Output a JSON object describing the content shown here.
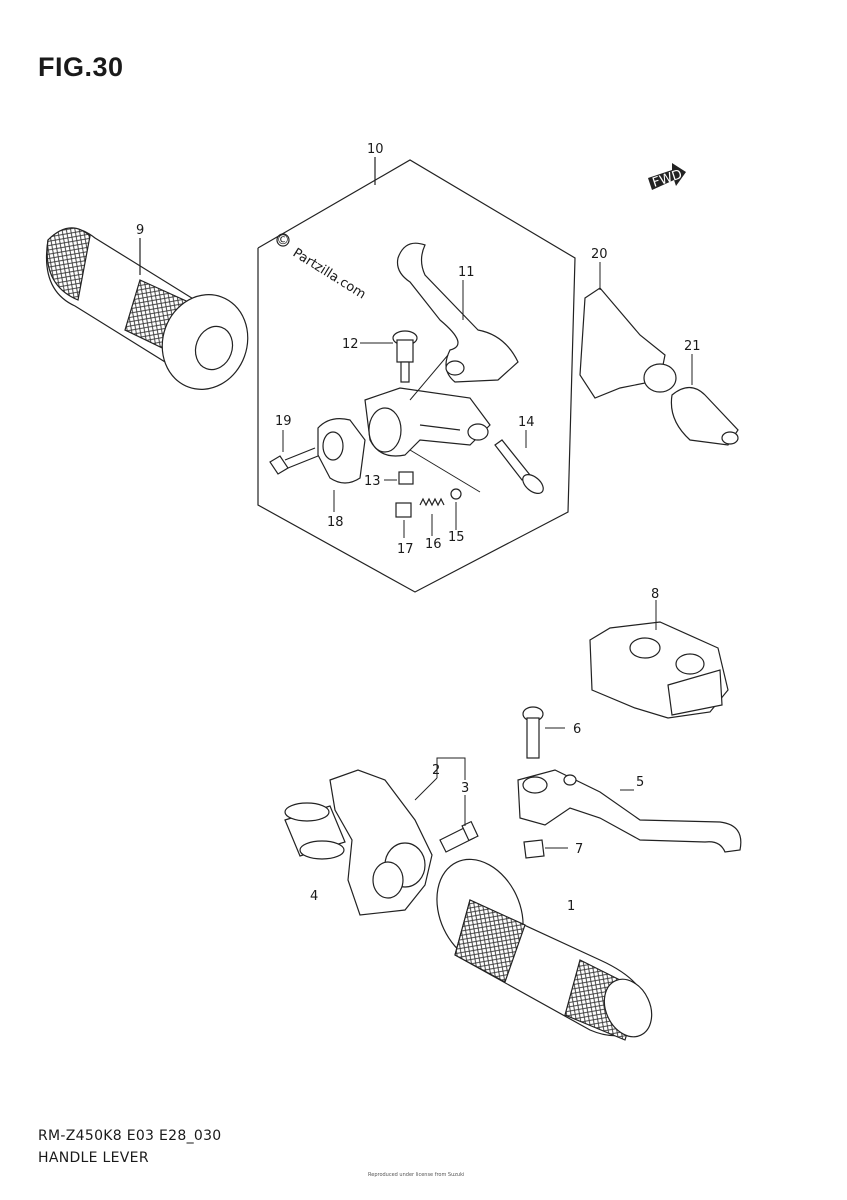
{
  "figure": {
    "title": "FIG.30"
  },
  "watermark": {
    "symbol": "©",
    "text": "Partzilla.com"
  },
  "direction_badge": {
    "text": "FWD"
  },
  "callouts": [
    "1",
    "2",
    "3",
    "4",
    "5",
    "6",
    "7",
    "8",
    "9",
    "10",
    "11",
    "12",
    "13",
    "14",
    "15",
    "16",
    "17",
    "18",
    "19",
    "20",
    "21"
  ],
  "footer": {
    "model_code": "RM-Z450K8 E03 E28_030",
    "section_name": "HANDLE LEVER",
    "copyright": "Reproduced under license from Suzuki"
  }
}
